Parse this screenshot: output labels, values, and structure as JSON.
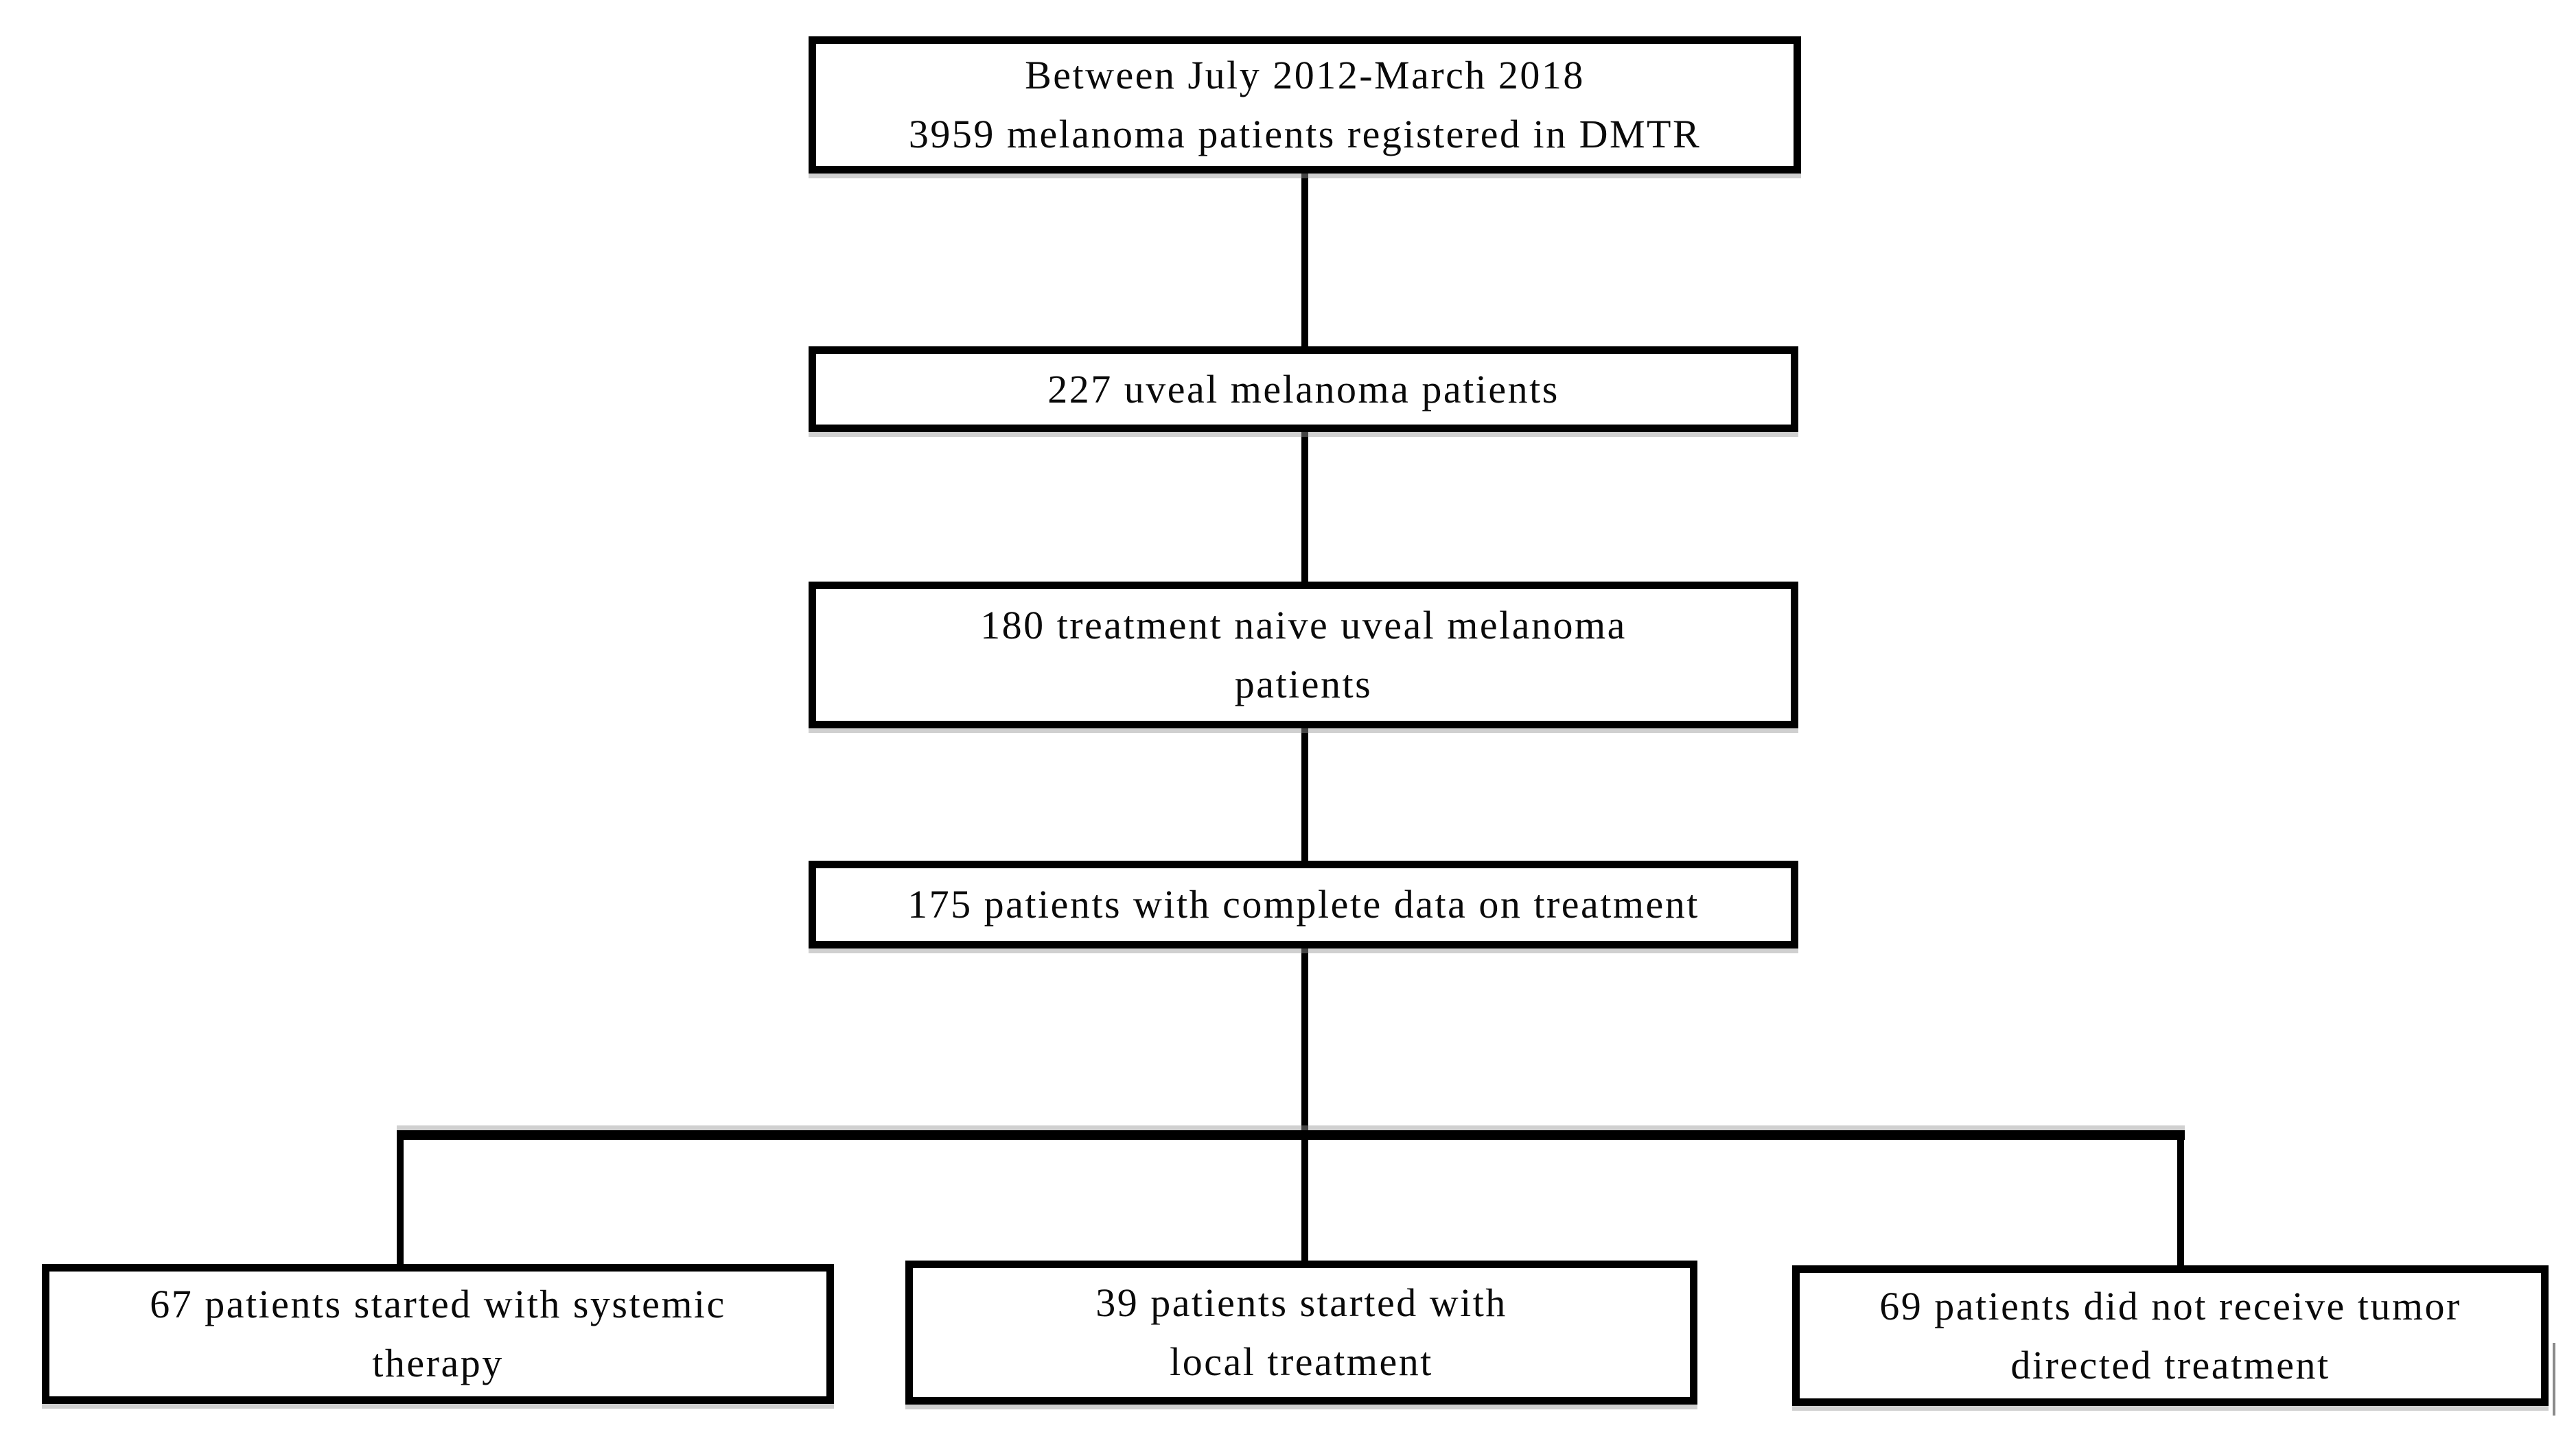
{
  "diagram": {
    "type": "flowchart",
    "colors": {
      "background": "#ffffff",
      "box_border": "#000000",
      "box_fill": "#ffffff",
      "connector": "#000000",
      "text": "#0a0a0a"
    },
    "boxes": [
      {
        "id": "registered",
        "lines": [
          "Between July 2012-March 2018",
          "3959 melanoma patients registered in DMTR"
        ]
      },
      {
        "id": "uveal",
        "lines": [
          "227 uveal melanoma patients"
        ]
      },
      {
        "id": "naive",
        "lines": [
          "180 treatment naive uveal melanoma",
          "patients"
        ]
      },
      {
        "id": "complete",
        "lines": [
          "175 patients with complete data on treatment"
        ]
      },
      {
        "id": "systemic",
        "lines": [
          "67 patients started with systemic",
          "therapy"
        ]
      },
      {
        "id": "local",
        "lines": [
          "39 patients started with",
          "local treatment"
        ]
      },
      {
        "id": "none",
        "lines": [
          "69 patients did not receive tumor",
          "directed treatment"
        ]
      }
    ],
    "flow": [
      "registered -> uveal",
      "uveal -> naive",
      "naive -> complete",
      "complete -> systemic",
      "complete -> local",
      "complete -> none"
    ]
  }
}
